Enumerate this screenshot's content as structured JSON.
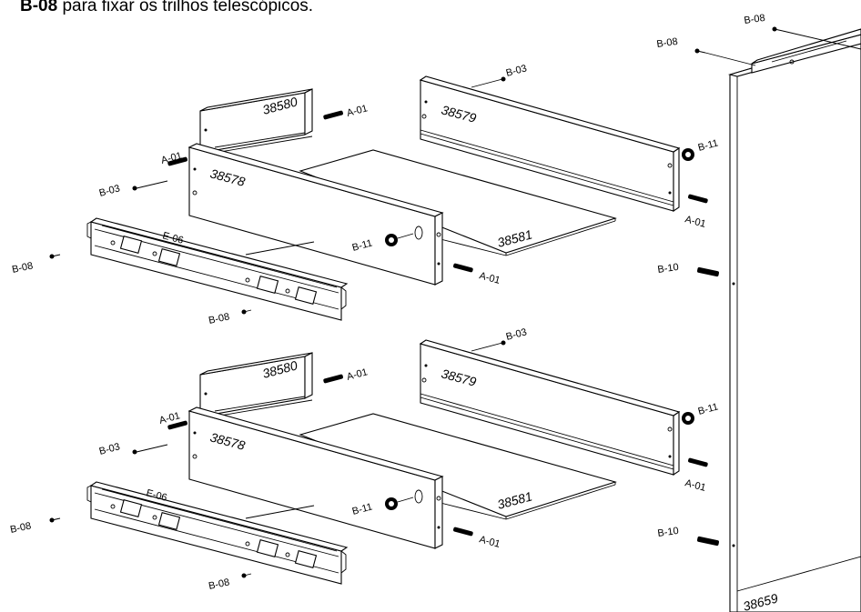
{
  "caption": {
    "bold": "B-08",
    "text": " para fixar os trilhos telescópicos."
  },
  "parts": {
    "b08": "B-08",
    "b03": "B-03",
    "b10": "B-10",
    "b11": "B-11",
    "a01": "A-01",
    "e06": "E-06",
    "p38580": "38580",
    "p38579": "38579",
    "p38578": "38578",
    "p38581": "38581",
    "p38659": "38659"
  }
}
